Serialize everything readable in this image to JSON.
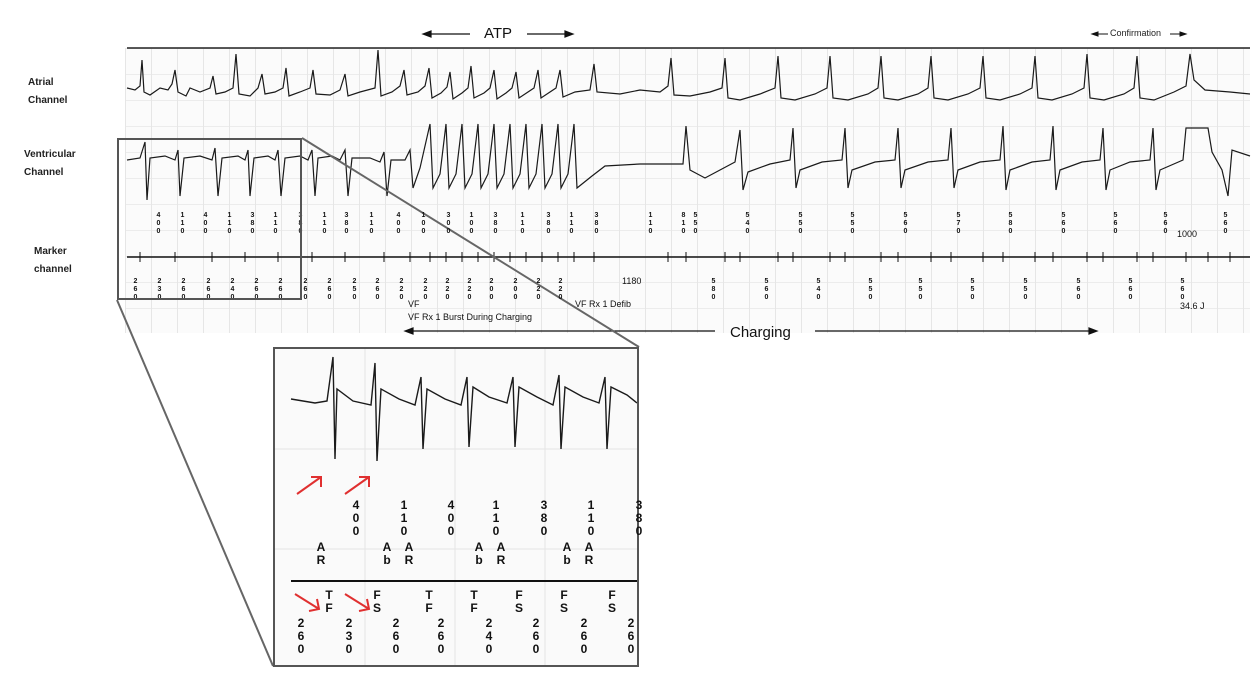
{
  "labels": {
    "atrial": "Atrial\nChannel",
    "ventricular": "Ventricular\nChannel",
    "marker": "Marker\nchannel"
  },
  "annotations": {
    "atp": "ATP",
    "confirmation": "Confirmation",
    "charging": "Charging",
    "vf": "VF",
    "vf_burst": "VF Rx 1 Burst During Charging",
    "vf_defib": "VF Rx 1 Defib",
    "energy": "34.6 J",
    "interval_1180": "1180",
    "interval_1000": "1000"
  },
  "markers": {
    "top_intervals": [
      "400",
      "110",
      "400",
      "110",
      "380",
      "110",
      "380",
      "110",
      "380",
      "110",
      "400",
      "100",
      "300",
      "100",
      "380",
      "110",
      "380",
      "110",
      "380",
      "110",
      "810"
    ],
    "lower_intervals": [
      "260",
      "230",
      "260",
      "260",
      "240",
      "260",
      "260",
      "260",
      "260",
      "250",
      "260",
      "220",
      "220",
      "220",
      "220",
      "200",
      "200",
      "220",
      "220"
    ],
    "post_intervals": [
      "550",
      "540",
      "550",
      "550",
      "560",
      "570",
      "580",
      "560",
      "560",
      "560",
      "560"
    ],
    "post_lower": [
      "580",
      "560",
      "540",
      "550",
      "550",
      "550",
      "550",
      "560",
      "560",
      "560"
    ],
    "zoom_top": [
      "400",
      "110",
      "400",
      "110",
      "380",
      "110",
      "380"
    ],
    "zoom_lower": [
      "260",
      "230",
      "260",
      "260",
      "240",
      "260",
      "260",
      "260"
    ],
    "zoom_above": [
      "AR",
      "Ab",
      "AR",
      "Ab",
      "AR",
      "Ab",
      "AR"
    ],
    "zoom_below": [
      "TF",
      "FS",
      "TF",
      "TF",
      "FS",
      "FS",
      "FS"
    ]
  },
  "colors": {
    "trace": "#1a1a1a",
    "arrow_red": "#e03030",
    "frame": "#555555"
  }
}
